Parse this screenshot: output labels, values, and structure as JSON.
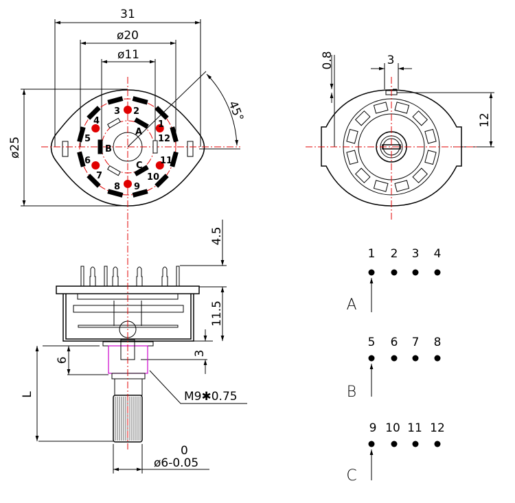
{
  "colors": {
    "centerline": "#e00000",
    "terminal_dot": "#e00000",
    "thread": "#cc00cc",
    "line": "#000000"
  },
  "top_view": {
    "dims": {
      "width": "31",
      "dia20": "ø20",
      "dia11": "ø11",
      "dia25": "ø25",
      "angle": "45°"
    },
    "terminals": [
      "1",
      "2",
      "3",
      "4",
      "5",
      "6",
      "7",
      "8",
      "9",
      "10",
      "11",
      "12"
    ],
    "poles": [
      "A",
      "B",
      "C"
    ]
  },
  "rear_view": {
    "dims": {
      "d08": "0.8",
      "d3": "3",
      "d12": "12"
    }
  },
  "side_view": {
    "dims": {
      "d45": "4.5",
      "d115": "11.5",
      "d3": "3",
      "d6": "6",
      "L": "L",
      "thread": "M9✱0.75",
      "tol": "0",
      "shaft": "ø6-0.05"
    }
  },
  "schematic": {
    "groups": [
      {
        "pole": "A",
        "contacts": [
          "1",
          "2",
          "3",
          "4"
        ]
      },
      {
        "pole": "B",
        "contacts": [
          "5",
          "6",
          "7",
          "8"
        ]
      },
      {
        "pole": "C",
        "contacts": [
          "9",
          "10",
          "11",
          "12"
        ]
      }
    ]
  }
}
